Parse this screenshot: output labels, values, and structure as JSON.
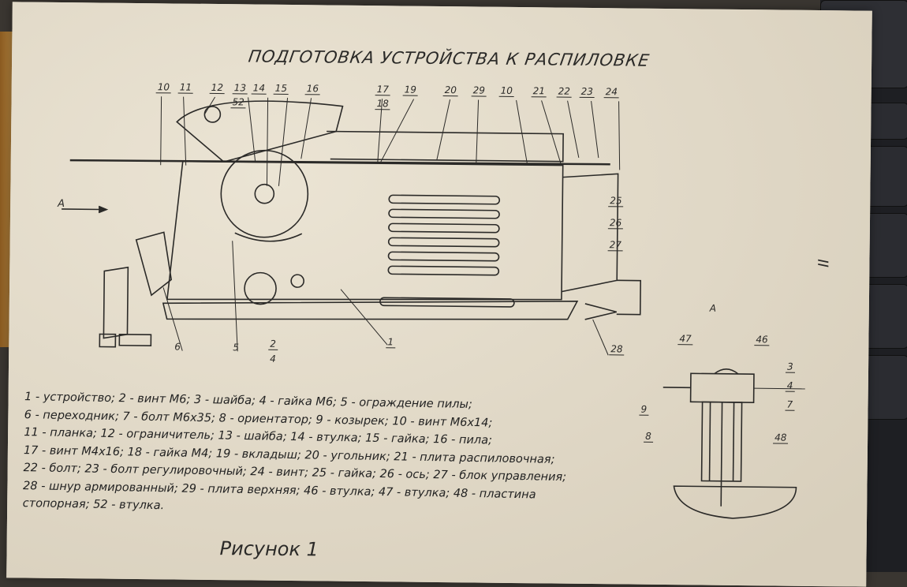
{
  "title": "ПОДГОТОВКА УСТРОЙСТВА К РАСПИЛОВКЕ",
  "main_view": {
    "view_arrow": "A",
    "callouts": [
      "10",
      "11",
      "12",
      "13",
      "52",
      "14",
      "15",
      "16",
      "17",
      "18",
      "19",
      "20",
      "29",
      "10",
      "21",
      "22",
      "23",
      "24",
      "25",
      "26",
      "27",
      "28",
      "1",
      "2",
      "4",
      "5",
      "6"
    ]
  },
  "detail_view": {
    "title": "A",
    "callouts": [
      "47",
      "46",
      "3",
      "4",
      "7",
      "9",
      "8",
      "48"
    ]
  },
  "legend": [
    "1 - устройство; 2 - винт М6; 3 - шайба; 4 - гайка М6; 5 - ограждение пилы;",
    "6 - переходник; 7 - болт М6х35; 8 - ориентатор; 9 - козырек; 10 - винт М6х14;",
    "11 - планка; 12 - ограничитель; 13 - шайба; 14 - втулка; 15 - гайка; 16 - пила;",
    "17 - винт М4х16; 18 - гайка М4; 19 - вкладыш; 20 - угольник; 21 - плита распиловочная;",
    "22 - болт; 23 - болт регулировочный; 24 - винт; 25 - гайка; 26 - ось; 27 - блок управления;",
    "28 - шнур армированный; 29 - плита верхняя; 46 - втулка; 47 - втулка; 48 - пластина",
    "стопорная; 52 - втулка."
  ],
  "caption": "Рисунок 1",
  "page_number": "II"
}
